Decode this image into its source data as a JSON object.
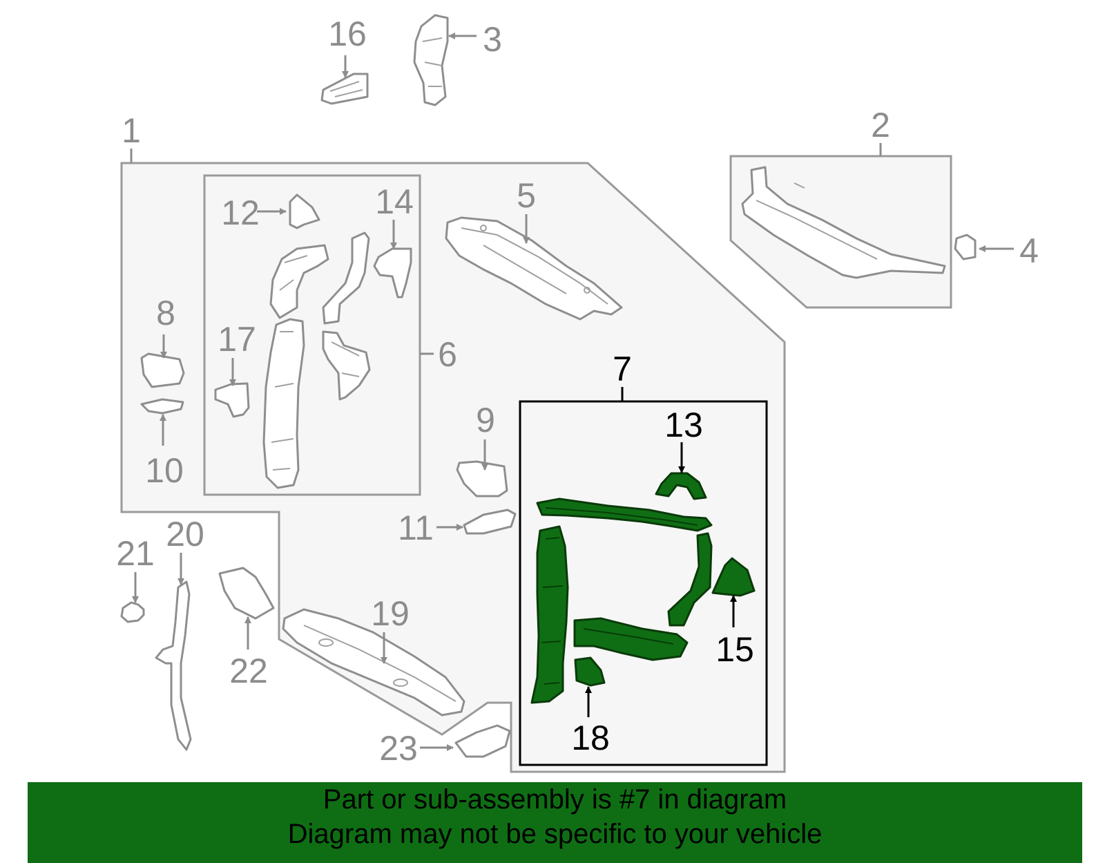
{
  "diagram": {
    "callouts": {
      "n1": "1",
      "n2": "2",
      "n3": "3",
      "n4": "4",
      "n5": "5",
      "n6": "6",
      "n7": "7",
      "n8": "8",
      "n9": "9",
      "n10": "10",
      "n11": "11",
      "n12": "12",
      "n13": "13",
      "n14": "14",
      "n15": "15",
      "n16": "16",
      "n17": "17",
      "n18": "18",
      "n19": "19",
      "n20": "20",
      "n21": "21",
      "n22": "22",
      "n23": "23"
    },
    "highlighted_part": "7",
    "highlight_color": "#0f6e14"
  },
  "footer": {
    "line1": "Part or sub-assembly is #7 in diagram",
    "line2": "Diagram may not be specific to your vehicle",
    "background_color": "#0f6e14"
  }
}
